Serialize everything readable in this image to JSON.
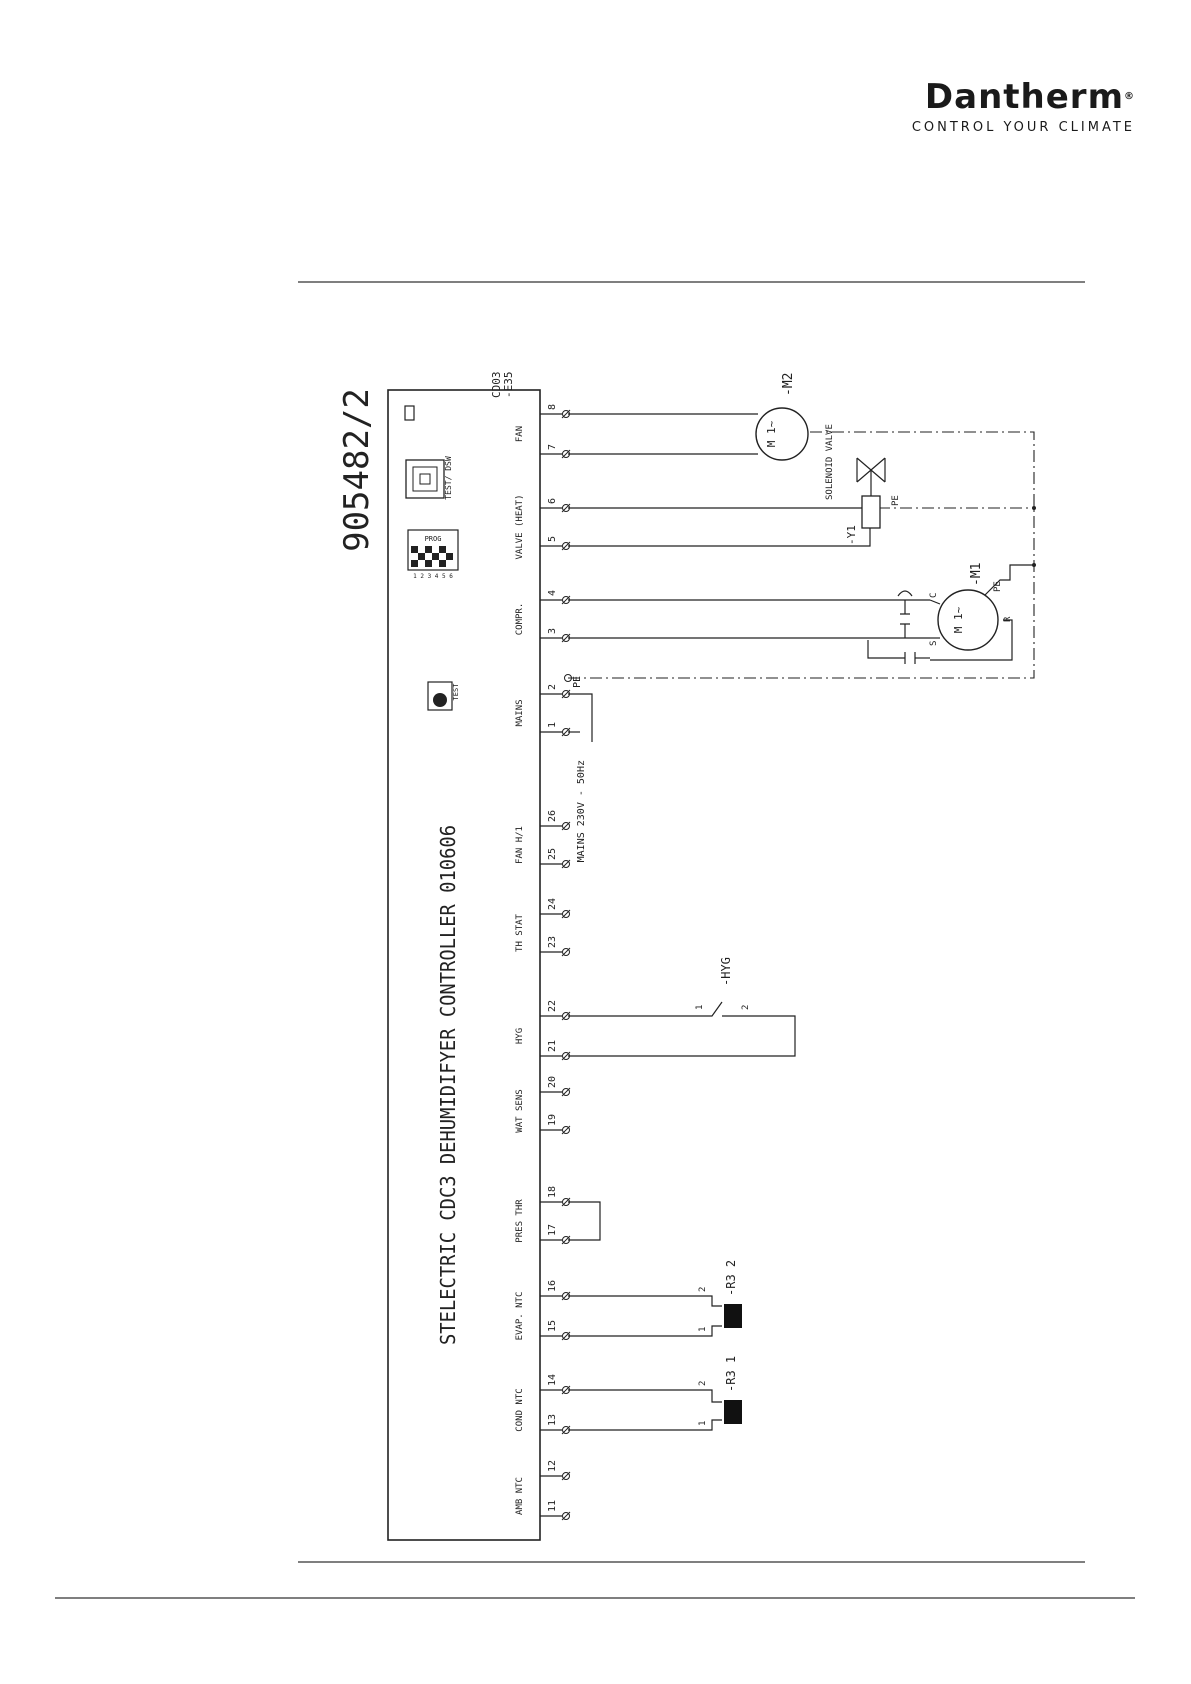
{
  "brand": {
    "name": "Dantherm",
    "reg": "®",
    "tagline": "CONTROL YOUR CLIMATE"
  },
  "diagram": {
    "drawing_no": "905482/2",
    "controller_title": "STELECTRIC CDC3 DEHUMIDIFYER CONTROLLER  010606",
    "module_ref_1": "CD03",
    "module_ref_2": "-E35",
    "prog_label": "PROG",
    "prog_numbers": "1 2 3 4 5 6",
    "test_dsw_label": "TEST/ DSW",
    "test_label": "TEST",
    "groups": [
      {
        "id": "amb",
        "label": "AMB NTC"
      },
      {
        "id": "cond",
        "label": "COND NTC"
      },
      {
        "id": "evap",
        "label": "EVAP. NTC"
      },
      {
        "id": "pres",
        "label": "PRES THR"
      },
      {
        "id": "wat",
        "label": "WAT SENS"
      },
      {
        "id": "hyg",
        "label": "HYG"
      },
      {
        "id": "thstat",
        "label": "TH STAT"
      },
      {
        "id": "fan2",
        "label": "FAN H/1"
      },
      {
        "id": "mains",
        "label": "MAINS"
      },
      {
        "id": "compr",
        "label": "COMPR."
      },
      {
        "id": "valve",
        "label": "VALVE (HEAT)"
      },
      {
        "id": "fan",
        "label": "FAN"
      }
    ],
    "terminals": [
      "11",
      "12",
      "13",
      "14",
      "15",
      "16",
      "17",
      "18",
      "19",
      "20",
      "21",
      "22",
      "23",
      "24",
      "25",
      "26",
      "1",
      "2",
      "PE",
      "3",
      "4",
      "5",
      "6",
      "7",
      "8"
    ],
    "mains_supply": "MAINS 230V - 50Hz",
    "components": {
      "fan_motor": "-M2",
      "motor_symbol": "M 1~",
      "solenoid": "SOLENOID VALVE",
      "solenoid_ref": "-Y1",
      "pe": "PE",
      "compressor_motor": "-M1",
      "comp_c": "C",
      "comp_s": "S",
      "comp_r": "R",
      "hygrostat": "-HYG",
      "hyg_pin1": "1",
      "hyg_pin2": "2",
      "sensor_evap": "-R3 2",
      "sensor_cond": "-R3 1",
      "pin1": "1",
      "pin2": "2"
    }
  }
}
